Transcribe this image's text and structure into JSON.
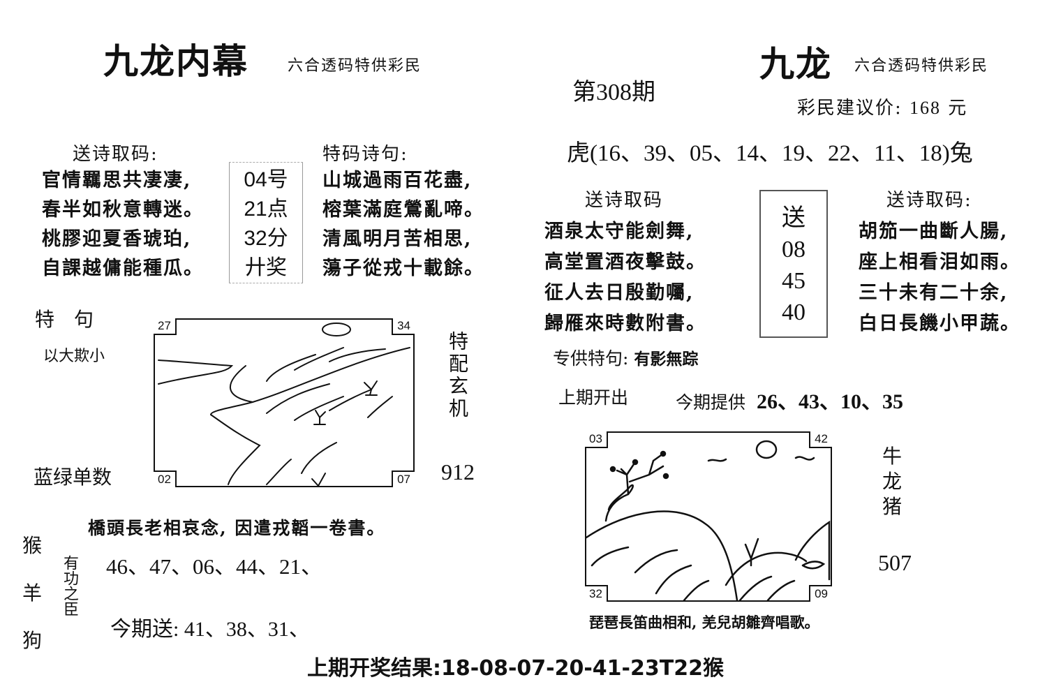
{
  "left": {
    "title": "九龙内幕",
    "subtitle": "六合透码特供彩民",
    "send_poem": {
      "heading": "送诗取码:",
      "lines": [
        "官情羈思共凄凄,",
        "春半如秋意轉迷。",
        "桃膠迎夏香琥珀,",
        "自課越傭能種瓜。"
      ]
    },
    "center_box": [
      "04号",
      "21点",
      "32分",
      "廾奖"
    ],
    "special_poem": {
      "heading": "特码诗句:",
      "lines": [
        "山城過雨百花盡,",
        "榕葉滿庭鶯亂啼。",
        "清風明月苦相思,",
        "蕩子從戎十載餘。"
      ]
    },
    "special_phrase": {
      "label": "特　句",
      "value": "以大欺小"
    },
    "color_hint": "蓝绿单数",
    "sketch_corners": {
      "top_left": "27",
      "top_right": "34",
      "bottom_left": "02",
      "bottom_right": "07"
    },
    "side_vertical": "特配玄机",
    "side_number": "912",
    "bottom_poem": "橋頭長老相哀念, 因遣戎韜一卷書。",
    "zodiacs_vertical": [
      "猴",
      "羊",
      "狗"
    ],
    "merit_label": "有功之臣",
    "numbers_row": [
      "46",
      "47",
      "06",
      "44",
      "21"
    ],
    "today_send": {
      "label": "今期送:",
      "numbers": [
        "41",
        "38",
        "31"
      ]
    }
  },
  "center": {
    "issue": "第308期"
  },
  "right": {
    "title": "九龙",
    "subtitle": "六合透码特供彩民",
    "price": {
      "label": "彩民建议价:",
      "value": "168",
      "unit": "元"
    },
    "range": {
      "start": "虎",
      "numbers": [
        "16",
        "39",
        "05",
        "14",
        "19",
        "22",
        "11",
        "18"
      ],
      "end": "兔"
    },
    "send_poem_left": {
      "heading": "送诗取码",
      "lines": [
        "酒泉太守能劍舞,",
        "高堂置酒夜擊鼓。",
        "征人去日殷勤囑,",
        "歸雁來時數附書。"
      ]
    },
    "center_box": [
      "送",
      "08",
      "45",
      "40"
    ],
    "send_poem_right": {
      "heading": "送诗取码:",
      "lines": [
        "胡笳一曲斷人腸,",
        "座上相看泪如雨。",
        "三十未有二十余,",
        "白日長饑小甲蔬。"
      ]
    },
    "special_phrase": {
      "label": "专供特句:",
      "value": "有影無踪"
    },
    "last_issue_label": "上期开出",
    "today_provide": {
      "label": "今期提供",
      "numbers": [
        "26",
        "43",
        "10",
        "35"
      ]
    },
    "sketch_corners": {
      "top_left": "03",
      "top_right": "42",
      "bottom_left": "32",
      "bottom_right": "09"
    },
    "side_vertical": [
      "牛",
      "龙",
      "猪"
    ],
    "side_number": "507",
    "caption": "琵琶長笛曲相和, 羌兒胡雛齊唱歌。"
  },
  "footer": {
    "label": "上期开奖结果:",
    "result": "18-08-07-20-41-23T22猴"
  }
}
